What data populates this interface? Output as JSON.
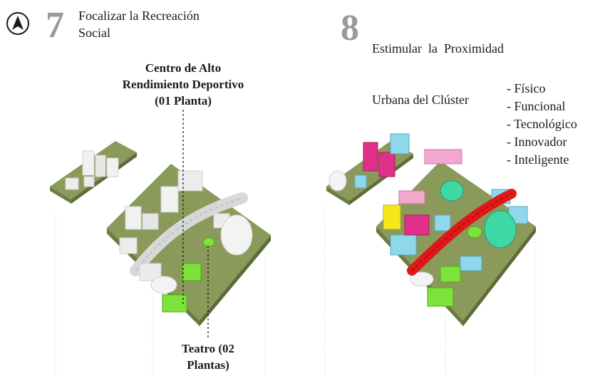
{
  "steps": [
    {
      "number": "7",
      "title_line1": "Focalizar la Recreación",
      "title_line2": "Social"
    },
    {
      "number": "8",
      "title_line1": "Estimular  la  Proximidad",
      "title_line2": "Urbana del Clúster"
    }
  ],
  "labels": {
    "center_line1": "Centro de Alto",
    "center_line2": "Rendimiento Deportivo",
    "center_line3": "(01 Planta)",
    "theatre_line1": "Teatro (02",
    "theatre_line2": "Plantas)"
  },
  "proximity_types": [
    "- Físico",
    "- Funcional",
    "- Tecnológico",
    "- Innovador",
    "- Inteligente"
  ],
  "colors": {
    "highlight_green": "#7de23a",
    "magenta": "#e0308a",
    "pink": "#f2a7cf",
    "cyan": "#8fd8ec",
    "yellow": "#f4e81a",
    "red": "#e01818",
    "teal": "#3ed8a4",
    "ground": "#8a9a5a",
    "building_grey": "#ececec"
  },
  "icons": {
    "compass": "north-arrow-icon"
  }
}
